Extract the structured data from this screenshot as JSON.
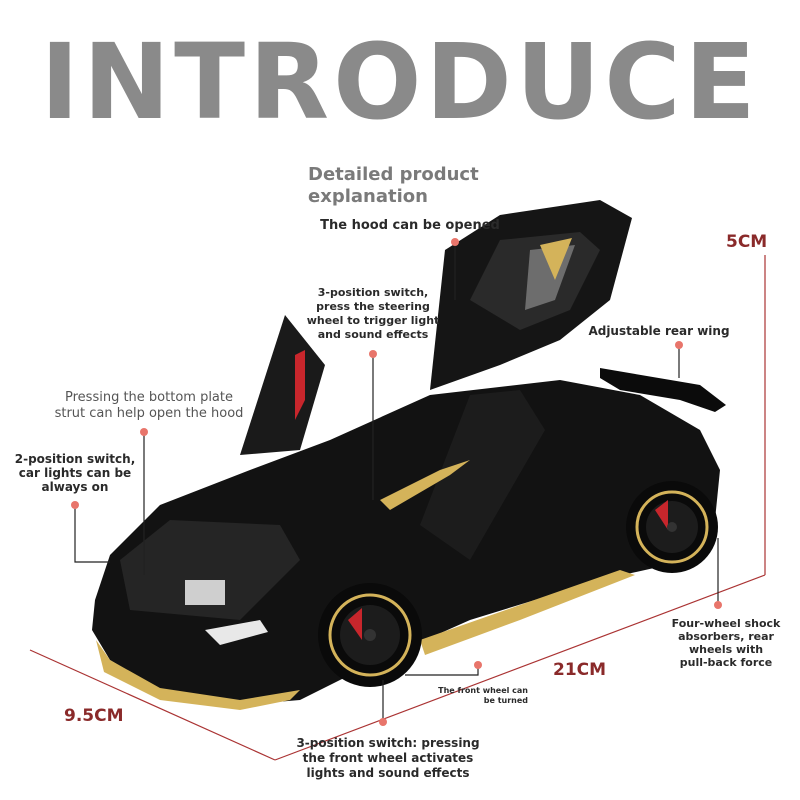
{
  "title": "INTRODUCE",
  "subtitle": {
    "line1": "Detailed product",
    "line2": "explanation"
  },
  "callouts": {
    "hood": "The hood can be opened",
    "switch3_steering": [
      "3-position switch,",
      "press the steering",
      "wheel to trigger light",
      "and sound effects"
    ],
    "rear_wing": "Adjustable rear wing",
    "bottom_plate": [
      "Pressing the bottom plate",
      "strut can help open the hood"
    ],
    "switch2": [
      "2-position switch,",
      "car lights can be",
      "always on"
    ],
    "shock": [
      "Four-wheel shock",
      "absorbers, rear",
      "wheels with",
      "pull-back force"
    ],
    "front_wheel_turn": [
      "The front wheel can",
      "be turned"
    ],
    "switch3_front": [
      "3-position switch: pressing",
      "the front wheel activates",
      "lights and sound effects"
    ]
  },
  "dimensions": {
    "height": "5CM",
    "length": "21CM",
    "width": "9.5CM"
  },
  "colors": {
    "accent_red": "#8a2a2a",
    "dot": "#e8756b",
    "title_gray": "#8a8a8a",
    "car_body": "#111111",
    "car_trim": "#d4b35a"
  }
}
